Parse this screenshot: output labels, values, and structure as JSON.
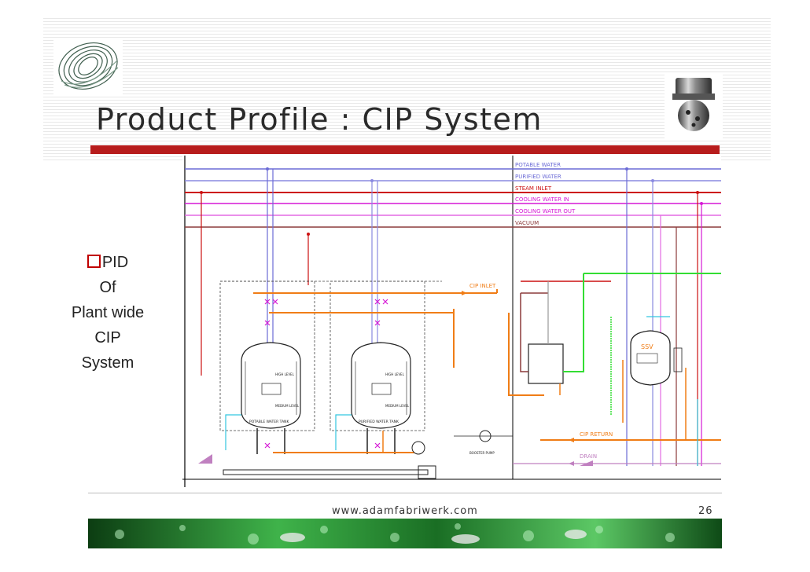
{
  "slide": {
    "title": "Product Profile : CIP System",
    "bullet_lines": [
      "PID",
      "Of",
      "Plant wide",
      "CIP",
      "System"
    ],
    "footer_url": "www.adamfabriwerk.com",
    "page_number": "26"
  },
  "diagram": {
    "header_lines": [
      "POTABLE WATER",
      "PURIFIED WATER",
      "STEAM INLET",
      "COOLING WATER IN",
      "COOLING WATER OUT",
      "VACUUM"
    ],
    "tank1_label": "POTABLE WATER TANK",
    "tank2_label": "PURIFIED WATER TANK",
    "high_level": "HIGH LEVEL",
    "medium_level": "MEDIUM LEVEL",
    "cip_inlet": "CIP INLET",
    "cip_return": "CIP RETURN",
    "drain": "DRAIN",
    "ssv_label": "SSV",
    "pump_label": "BOOSTER PUMP"
  },
  "colors": {
    "title_bar": "#b71c1c",
    "potable_water": "#6b6bd6",
    "purified_water": "#8a8ae0",
    "steam": "#cc1111",
    "cooling_in": "#d619d6",
    "cooling_out": "#e36ae3",
    "vacuum": "#8b3a3a",
    "cip": "#f07d16",
    "green_line": "#33dd33",
    "cyan_line": "#33c6e0"
  }
}
